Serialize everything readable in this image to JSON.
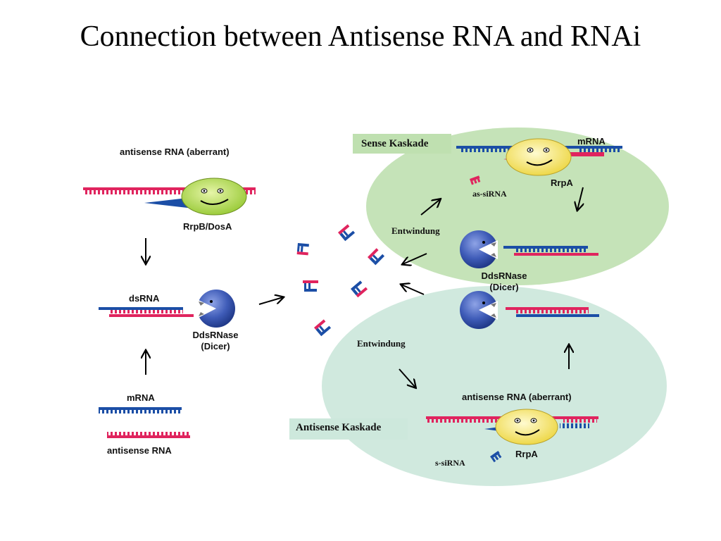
{
  "title": "Connection between Antisense RNA and RNAi",
  "left": {
    "antisense_aberrant": "antisense RNA (aberrant)",
    "rrpb_dosa": "RrpB/DosA",
    "dsrna": "dsRNA",
    "dicer_line1": "DdsRNase",
    "dicer_line2": "(Dicer)",
    "mrna": "mRNA",
    "antisense": "antisense RNA"
  },
  "sense_cascade": {
    "title": "Sense Kaskade",
    "mrna": "mRNA",
    "rrpa": "RrpA",
    "as_sirna": "as-siRNA",
    "entwindung": "Entwindung",
    "dicer_line1": "DdsRNase",
    "dicer_line2": "(Dicer)"
  },
  "antisense_cascade": {
    "title": "Antisense Kaskade",
    "entwindung": "Entwindung",
    "antisense_aberrant": "antisense RNA (aberrant)",
    "rrpa": "RrpA",
    "s_sirna": "s-siRNA"
  },
  "colors": {
    "red_strand": "#e0245e",
    "blue_strand": "#1b4ea6",
    "sense_ellipse": "#bfe0b0",
    "antisense_ellipse": "#cde8dc",
    "polymerase_face": "#b5dd52",
    "rrpa_face": "#f5e66a",
    "dicer": "#3f5cb8"
  }
}
